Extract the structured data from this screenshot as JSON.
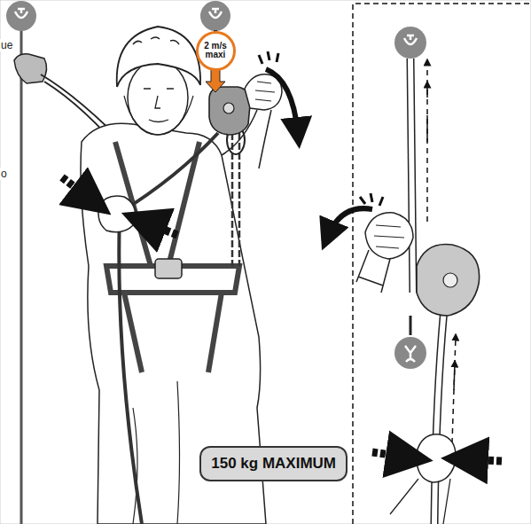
{
  "diagram": {
    "nodes": [
      {
        "text": [
          "2 m/s maxi"
        ]
      },
      {
        "text": [
          "150 kg MAXIMUM"
        ]
      }
    ],
    "labels": [
      "ue",
      "o"
    ]
  }
}
